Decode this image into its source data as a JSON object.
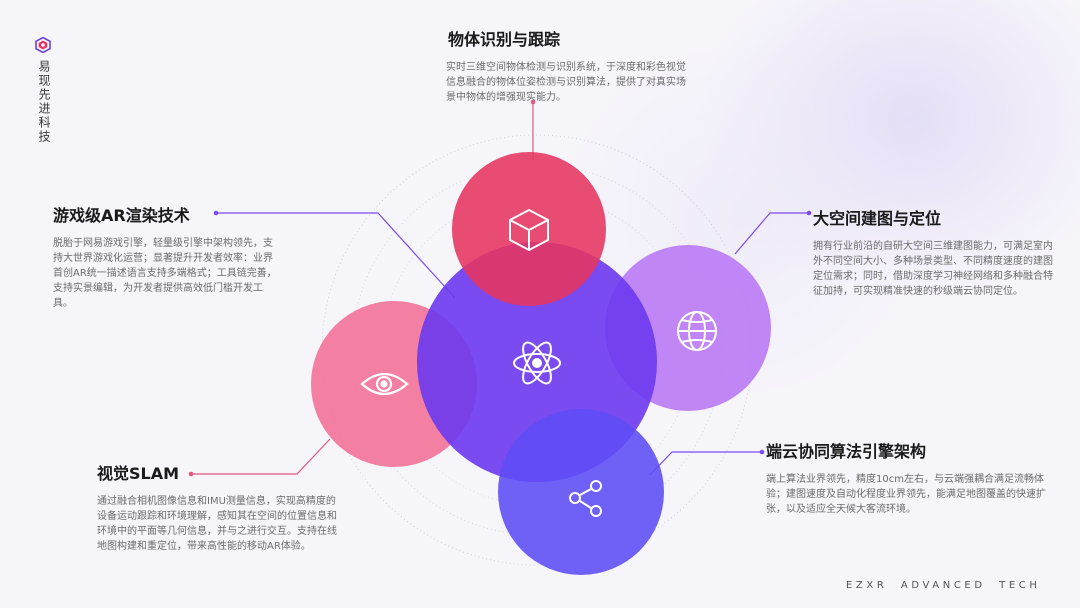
{
  "brand": {
    "name": "易现先进科技",
    "footer": "EZXR  ADVANCED  TECH"
  },
  "colors": {
    "top_circle": "#e6345f",
    "center_circle": "#6b38f0",
    "left_circle": "#f1678f",
    "right_circle": "#b56ef5",
    "bottom_circle": "#5d4cf5",
    "connector_purple": "#7b4cf0",
    "connector_pink": "#e6567e"
  },
  "features": {
    "object": {
      "title": "物体识别与跟踪",
      "desc": "实时三维空间物体检测与识别系统，于深度和彩色视觉信息融合的物体位姿检测与识别算法，提供了对真实场景中物体的增强现实能力。",
      "icon": "cube-icon"
    },
    "game": {
      "title": "游戏级AR渲染技术",
      "desc": "脱胎于网易游戏引擎，轻量级引擎中架构领先，支持大世界游戏化运营；显著提升开发者效率：业界首创AR统一描述语言支持多端格式；工具链完善，支持实景编辑，为开发者提供高效低门槛开发工具。",
      "icon": "atom-icon"
    },
    "space": {
      "title": "大空间建图与定位",
      "desc": "拥有行业前沿的自研大空间三维建图能力，可满足室内外不同空间大小、多种场景类型、不同精度速度的建图定位需求；同时，借助深度学习神经网络和多种融合特征加持，可实现精准快速的秒级端云协同定位。",
      "icon": "globe-icon"
    },
    "slam": {
      "title": "视觉SLAM",
      "desc": "通过融合相机图像信息和IMU测量信息，实现高精度的设备运动跟踪和环境理解，感知其在空间的位置信息和环境中的平面等几何信息，并与之进行交互。支持在线地图构建和重定位，带来高性能的移动AR体验。",
      "icon": "eye-icon"
    },
    "cloud": {
      "title": "端云协同算法引擎架构",
      "desc": "端上算法业界领先，精度10cm左右，与云端强耦合满足流畅体验；建图速度及自动化程度业界领先，能满足地图覆盖的快速扩张，以及适应全天候大客流环境。",
      "icon": "share-icon"
    }
  }
}
